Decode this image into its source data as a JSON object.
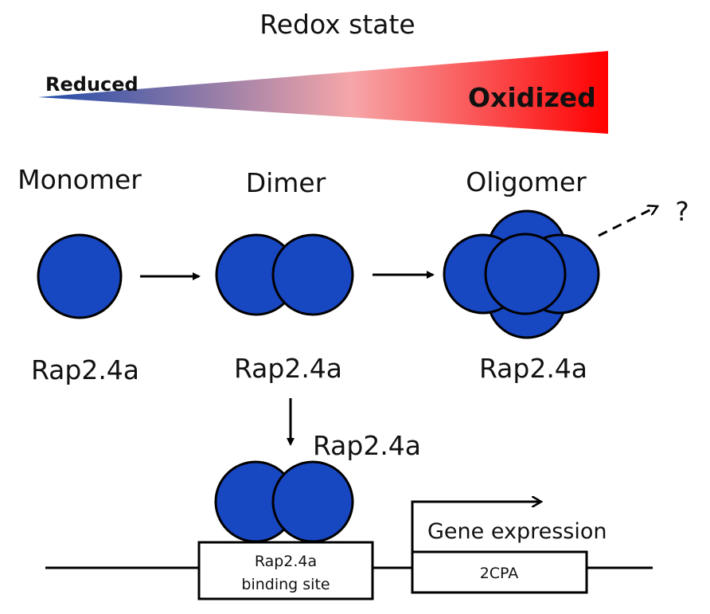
{
  "title": "Redox state",
  "gradient": {
    "left_label": "Reduced",
    "right_label": "Oxidized",
    "colors": [
      "#1e4aa8",
      "#f6a6a8",
      "#ff0000"
    ]
  },
  "stages": [
    {
      "name": "Monomer",
      "protein": "Rap2.4a"
    },
    {
      "name": "Dimer",
      "protein": "Rap2.4a"
    },
    {
      "name": "Oligomer",
      "protein": "Rap2.4a"
    }
  ],
  "unknown_mark": "?",
  "bound_protein": "Rap2.4a",
  "binding_site": {
    "line1": "Rap2.4a",
    "line2": "binding site"
  },
  "gene_expression_label": "Gene expression",
  "gene_label": "2CPA",
  "circle_color": "#1847c2"
}
